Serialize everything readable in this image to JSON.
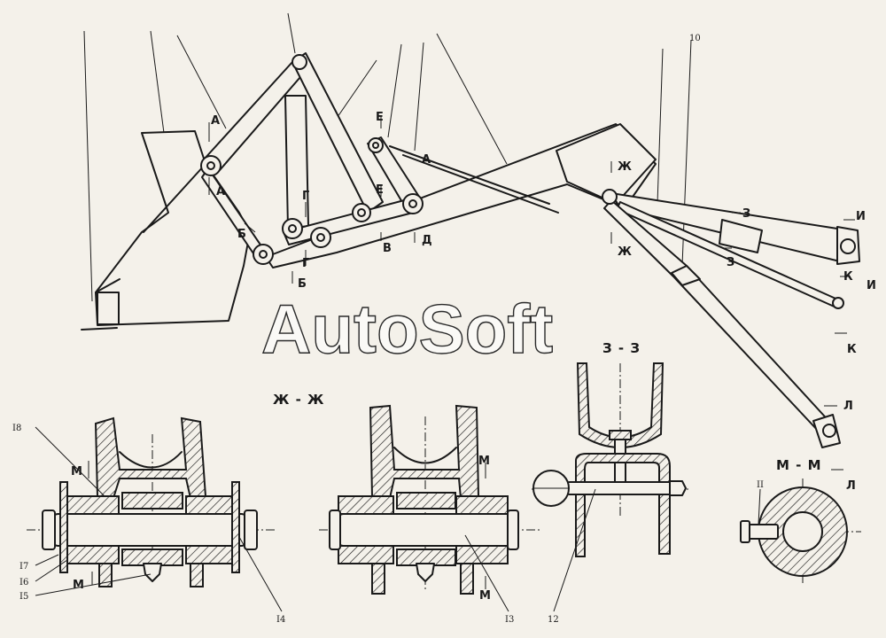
{
  "diagram": {
    "watermark": "AutoSoft",
    "sections": {
      "zh": "Ж - Ж",
      "z": "З - З",
      "m": "М - М"
    },
    "top_letters": {
      "a1": "А",
      "a2": "А",
      "a3": "А",
      "b1": "Б",
      "b2": "Б",
      "v": "В",
      "g1": "Г",
      "g2": "Г",
      "d": "Д",
      "e1": "Е",
      "e2": "Е",
      "zh1": "Ж",
      "zh2": "Ж",
      "z1": "З",
      "z2": "З",
      "i1": "И",
      "i2": "И",
      "k1": "К",
      "k2": "К",
      "l1": "Л",
      "l2": "Л"
    },
    "cut_letters": {
      "m1": "М",
      "m2": "М",
      "m3": "М",
      "m4": "М"
    },
    "part_numbers": {
      "n10": "10",
      "n11": "II",
      "n12": "12",
      "n13": "I3",
      "n14": "I4",
      "n15": "I5",
      "n16": "I6",
      "n17": "I7",
      "n18": "I8"
    }
  }
}
